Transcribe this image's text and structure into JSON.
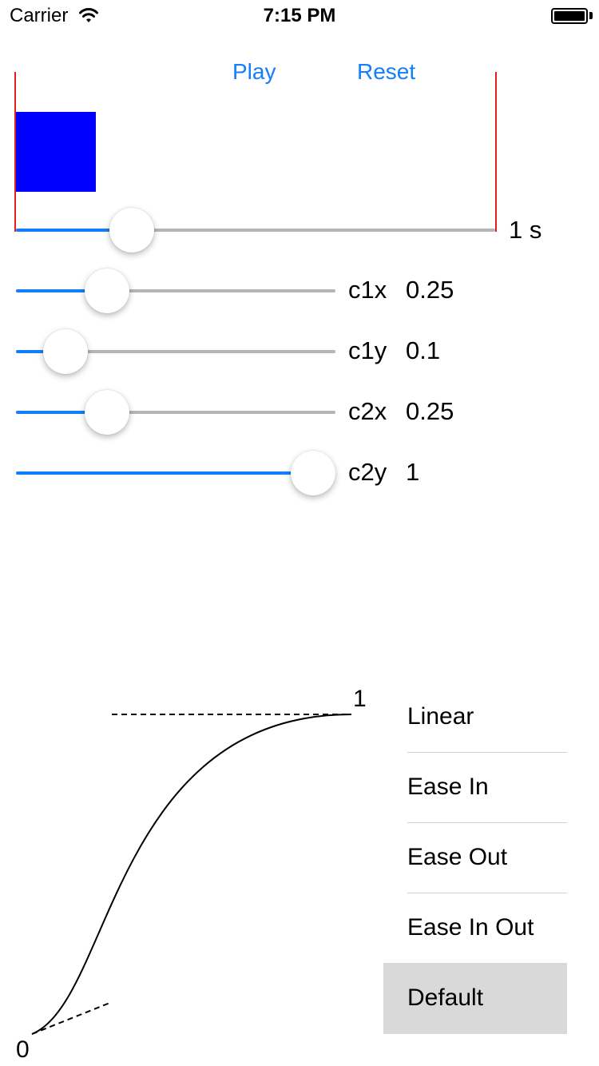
{
  "status_bar": {
    "carrier": "Carrier",
    "time": "7:15 PM",
    "wifi_icon": "wifi-icon",
    "battery_icon": "battery-icon"
  },
  "controls": {
    "play_label": "Play",
    "reset_label": "Reset"
  },
  "duration": {
    "value_label": "1 s",
    "fraction": 0.215
  },
  "sliders": [
    {
      "name": "c1x",
      "value": "0.25",
      "fraction": 0.25
    },
    {
      "name": "c1y",
      "value": "0.1",
      "fraction": 0.1
    },
    {
      "name": "c2x",
      "value": "0.25",
      "fraction": 0.25
    },
    {
      "name": "c2y",
      "value": "1",
      "fraction": 1.0
    }
  ],
  "curve": {
    "start_label": "0",
    "end_label": "1"
  },
  "timing_functions": [
    "Linear",
    "Ease In",
    "Ease Out",
    "Ease In Out",
    "Default"
  ],
  "selected_timing": "Default",
  "colors": {
    "accent": "#147efb",
    "square": "#0000ff",
    "boundary": "#e02020",
    "selected_row": "#d9d9d9"
  }
}
